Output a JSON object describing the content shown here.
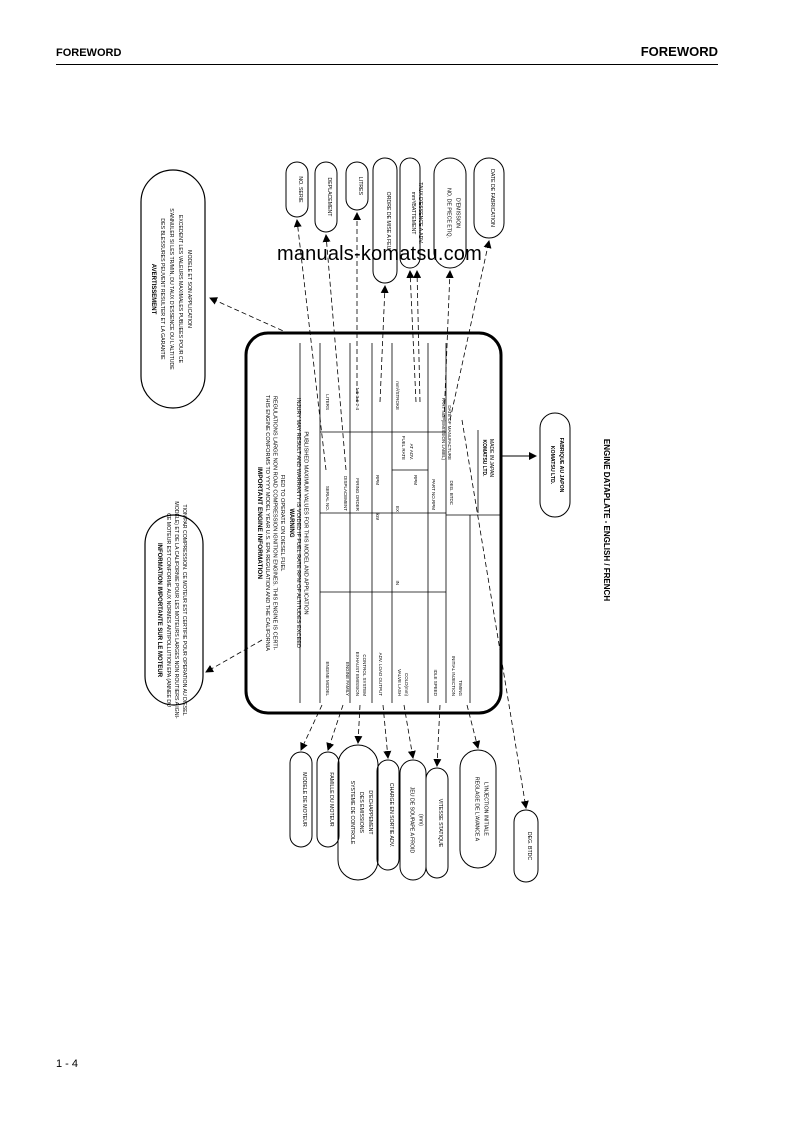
{
  "header": {
    "left": "FOREWORD",
    "right": "FOREWORD"
  },
  "footer": {
    "page": "1 - 4"
  },
  "watermark": "manuals-komatsu.com",
  "plate": {
    "title": "IMPORTANT ENGINE INFORMATION",
    "intro_lines": [
      "THIS ENGINE CONFORMS TO YYYY MODEL YEAR U.S. EPA REGULATION AND THE CALIFORNIA",
      "REGULATIONS LARGE NON ROAD COMPRESSION IGNITION ENGINES. THIS ENGINE IS CERTI-",
      "FIED TO OPERATE ON DIESEL FUEL"
    ],
    "warning_title": "WARNING",
    "warning_lines": [
      "INJURY MAY RESULT AND WARRANTY IS VOIDED IF FUEL RATE RPM OF ALTITUDES EXCEED",
      "PUBLISHED MAXIMUM VALUES FOR THIS MODEL AND APPLICATION"
    ],
    "left_labels": [
      "ENGINE MODEL",
      "ENGINE FAMILY",
      "EXHAUST EMISSION",
      "CONTROL SYSTEM",
      "ADV. LOAD OUTPUT",
      "VALVE LASH",
      "COLD(mm)",
      "IDLE SPEED",
      "INITIAL INJECTION",
      "TIMING"
    ],
    "mid_labels": [
      "SERIAL NO.",
      "DISPLACEMENT",
      "FIRING ORDER",
      "kW",
      "IN",
      "EX",
      "FUEL RATE",
      "AT ADV.",
      "RPM",
      "PART NO.",
      "DATE OF MANUFACTURE",
      "DEG. BTDC"
    ],
    "right_labels": [
      "LITERS",
      "1-5-3-6-2-4",
      "RPM",
      "mm³/STROKE",
      "RPM",
      "PART NO. (EMISSION LABEL)"
    ],
    "maker_lines": [
      "KOMATSU LTD.",
      "MADE IN JAPAN"
    ]
  },
  "french_notes": {
    "info_title": "INFORMATION IMPORTANTE SUR LE MOTEUR",
    "info_lines": [
      "CE MOTEUR EST CONFORME AUX NORMES ANTIPOLLUTION EPA (ANNEE DU",
      "MODELE) ET DE LA CALIFORNIE POUR LES MOTEURS LARGES NON ROUTIERS A IGNI-",
      "TION PAR COMPRESSION. CE MOTEUR EST CERTIFIE POUR OPERATION AU DIESEL"
    ],
    "avert_title": "AVERTISSEMENT",
    "avert_lines": [
      "DES BLESSURES PEUVENT RESULTER ET LA GARANTIE",
      "S'ANNULER SI LES TR/MIN, DU TAUX D'ESSENCE OU L'ALTITUDE",
      "EXCEDENT LES VALEURS MAXIMALES PUBLIEES POUR CE",
      "MODELE ET SON APPLICATION"
    ],
    "left_callouts": [
      "MODELE DE MOTEUR",
      "FAMILLE DU MOTEUR",
      "SYSTEME DE CONTROLE DES EMISSIONS D'ECHAPPEMENT",
      "CHARGE EN SORTIE ADV.",
      "JEU DE SOUPAPE A FROID (mm)",
      "VITESSE STATIQUE",
      "REGLAGE DE L'AVANCE A L'INJECTION INITIALE",
      "DEG. BTDC"
    ],
    "top_callouts": [
      "NO. SERIE",
      "DEPLACEMENT",
      "LITRES",
      "ORDRE DE MISE A FEU",
      "mm³/BATTEMENT",
      "TAUX D'ESSENCE A ADV.",
      "NO. DE PIECE ETIQ. D'EMISSION",
      "DATE DE FABRICATION"
    ],
    "maker_callout": [
      "KOMATSU LTD.",
      "FABRIQUE AU JAPON"
    ]
  },
  "caption": "ENGINE DATAPLATE - ENGLISH / FRENCH"
}
